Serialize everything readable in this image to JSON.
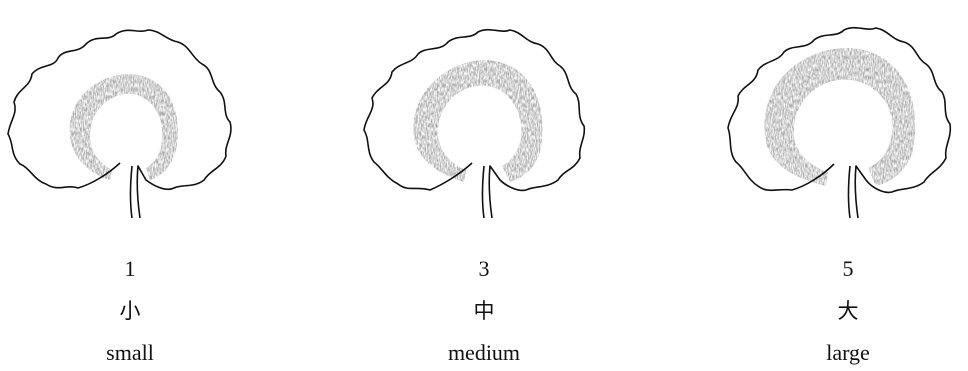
{
  "legend": {
    "items": [
      {
        "score": "1",
        "label_zh": "小",
        "label_en": "small"
      },
      {
        "score": "3",
        "label_zh": "中",
        "label_en": "medium"
      },
      {
        "score": "5",
        "label_zh": "大",
        "label_en": "large"
      }
    ],
    "colors": {
      "outline": "#111111",
      "zone_fill": "#9a9a9a"
    }
  }
}
